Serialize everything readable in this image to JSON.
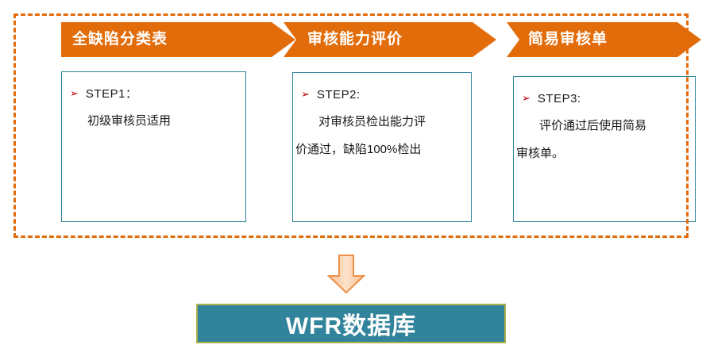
{
  "colors": {
    "header_orange": "#E36C0A",
    "dashed_border_orange": "#E36C0A",
    "box_border_teal": "#31849B",
    "bullet_red": "#C00000",
    "db_fill_teal": "#31849B",
    "db_border_green": "#A9B24B",
    "arrow_fill_light": "#FDE3CB",
    "arrow_fill_dark": "#FAC090",
    "arrow_stroke": "#ED9049"
  },
  "icons": {
    "step_bullet": "➢",
    "down_arrow": "down-arrow-shape"
  },
  "steps": [
    {
      "header": "全缺陷分类表",
      "step_label": "STEP1：",
      "line1": "初级审核员适用",
      "line2": ""
    },
    {
      "header": "审核能力评价",
      "step_label": "STEP2:",
      "line1": "对审核员检出能力评",
      "line2": "价通过，缺陷100%检出"
    },
    {
      "header": "简易审核单",
      "step_label": "STEP3:",
      "line1": "评价通过后使用简易",
      "line2": "审核单。"
    }
  ],
  "database": {
    "label": "WFR数据库"
  }
}
